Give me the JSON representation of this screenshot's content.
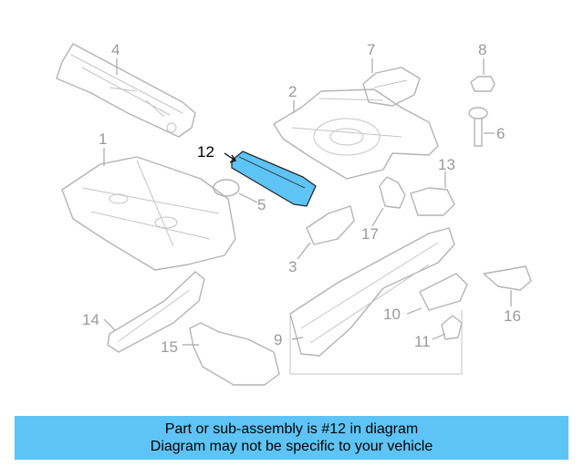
{
  "diagram": {
    "highlight_color": "#5ec4f5",
    "callouts": {
      "c1": "1",
      "c2": "2",
      "c3": "3",
      "c4": "4",
      "c5": "5",
      "c6": "6",
      "c7": "7",
      "c8": "8",
      "c9": "9",
      "c10": "10",
      "c11": "11",
      "c12": "12",
      "c13": "13",
      "c14": "14",
      "c15": "15",
      "c16": "16"
    },
    "highlighted_part": "12"
  },
  "caption": {
    "line1": "Part or sub-assembly is #12 in diagram",
    "line2": "Diagram may not be specific to your vehicle",
    "background": "#5ec4f5"
  }
}
